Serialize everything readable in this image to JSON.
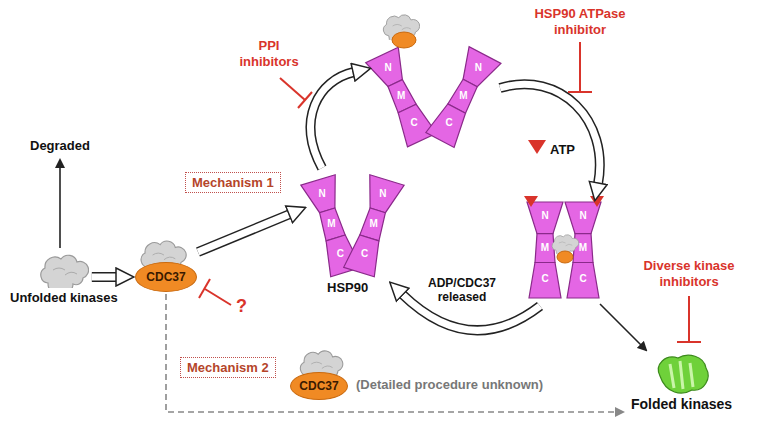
{
  "diagram": {
    "nodes": [
      {
        "text": [
          "Unfolded kinases"
        ]
      },
      {
        "text": [
          "CDC37"
        ]
      },
      {
        "text": [
          "Mechanism 1"
        ]
      },
      {
        "text": [
          "Mechanism 2"
        ]
      },
      {
        "text": [
          "CDC37"
        ]
      },
      {
        "text": [
          "Folded kinases"
        ]
      }
    ],
    "edges": [
      {
        "from": 0,
        "to": 1,
        "arrow": "to"
      },
      {
        "from": 1,
        "to": 5,
        "arrow": "to"
      }
    ],
    "labels": [
      "Degraded",
      "PPI inhibitors",
      "HSP90 ATPase inhibitor",
      "ATP",
      "HSP90",
      "ADP/CDC37 released",
      "?",
      "(Detailed procedure unknown)",
      "Diverse kinase inhibitors",
      "N",
      "M",
      "C",
      "N",
      "M",
      "C",
      "N",
      "M",
      "C",
      "N",
      "M",
      "C",
      "N",
      "M",
      "C",
      "N",
      "M",
      "C"
    ]
  }
}
